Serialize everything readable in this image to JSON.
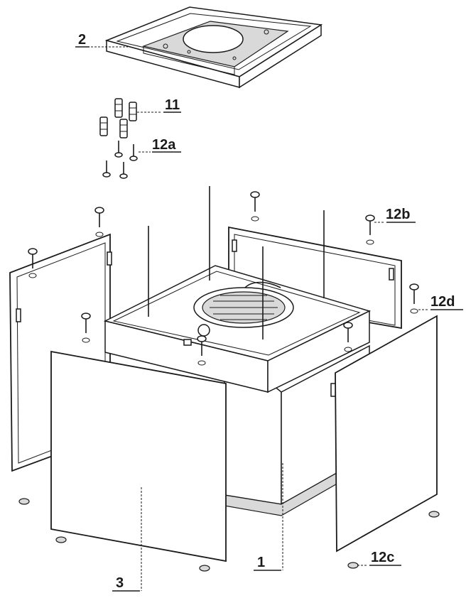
{
  "labels": {
    "ceiling_frame": "2",
    "wall_plugs": "11",
    "screws_a": "12a",
    "screws_b": "12b",
    "screws_d": "12d",
    "screws_c": "12c",
    "hood_body": "1",
    "side_panel": "3"
  }
}
